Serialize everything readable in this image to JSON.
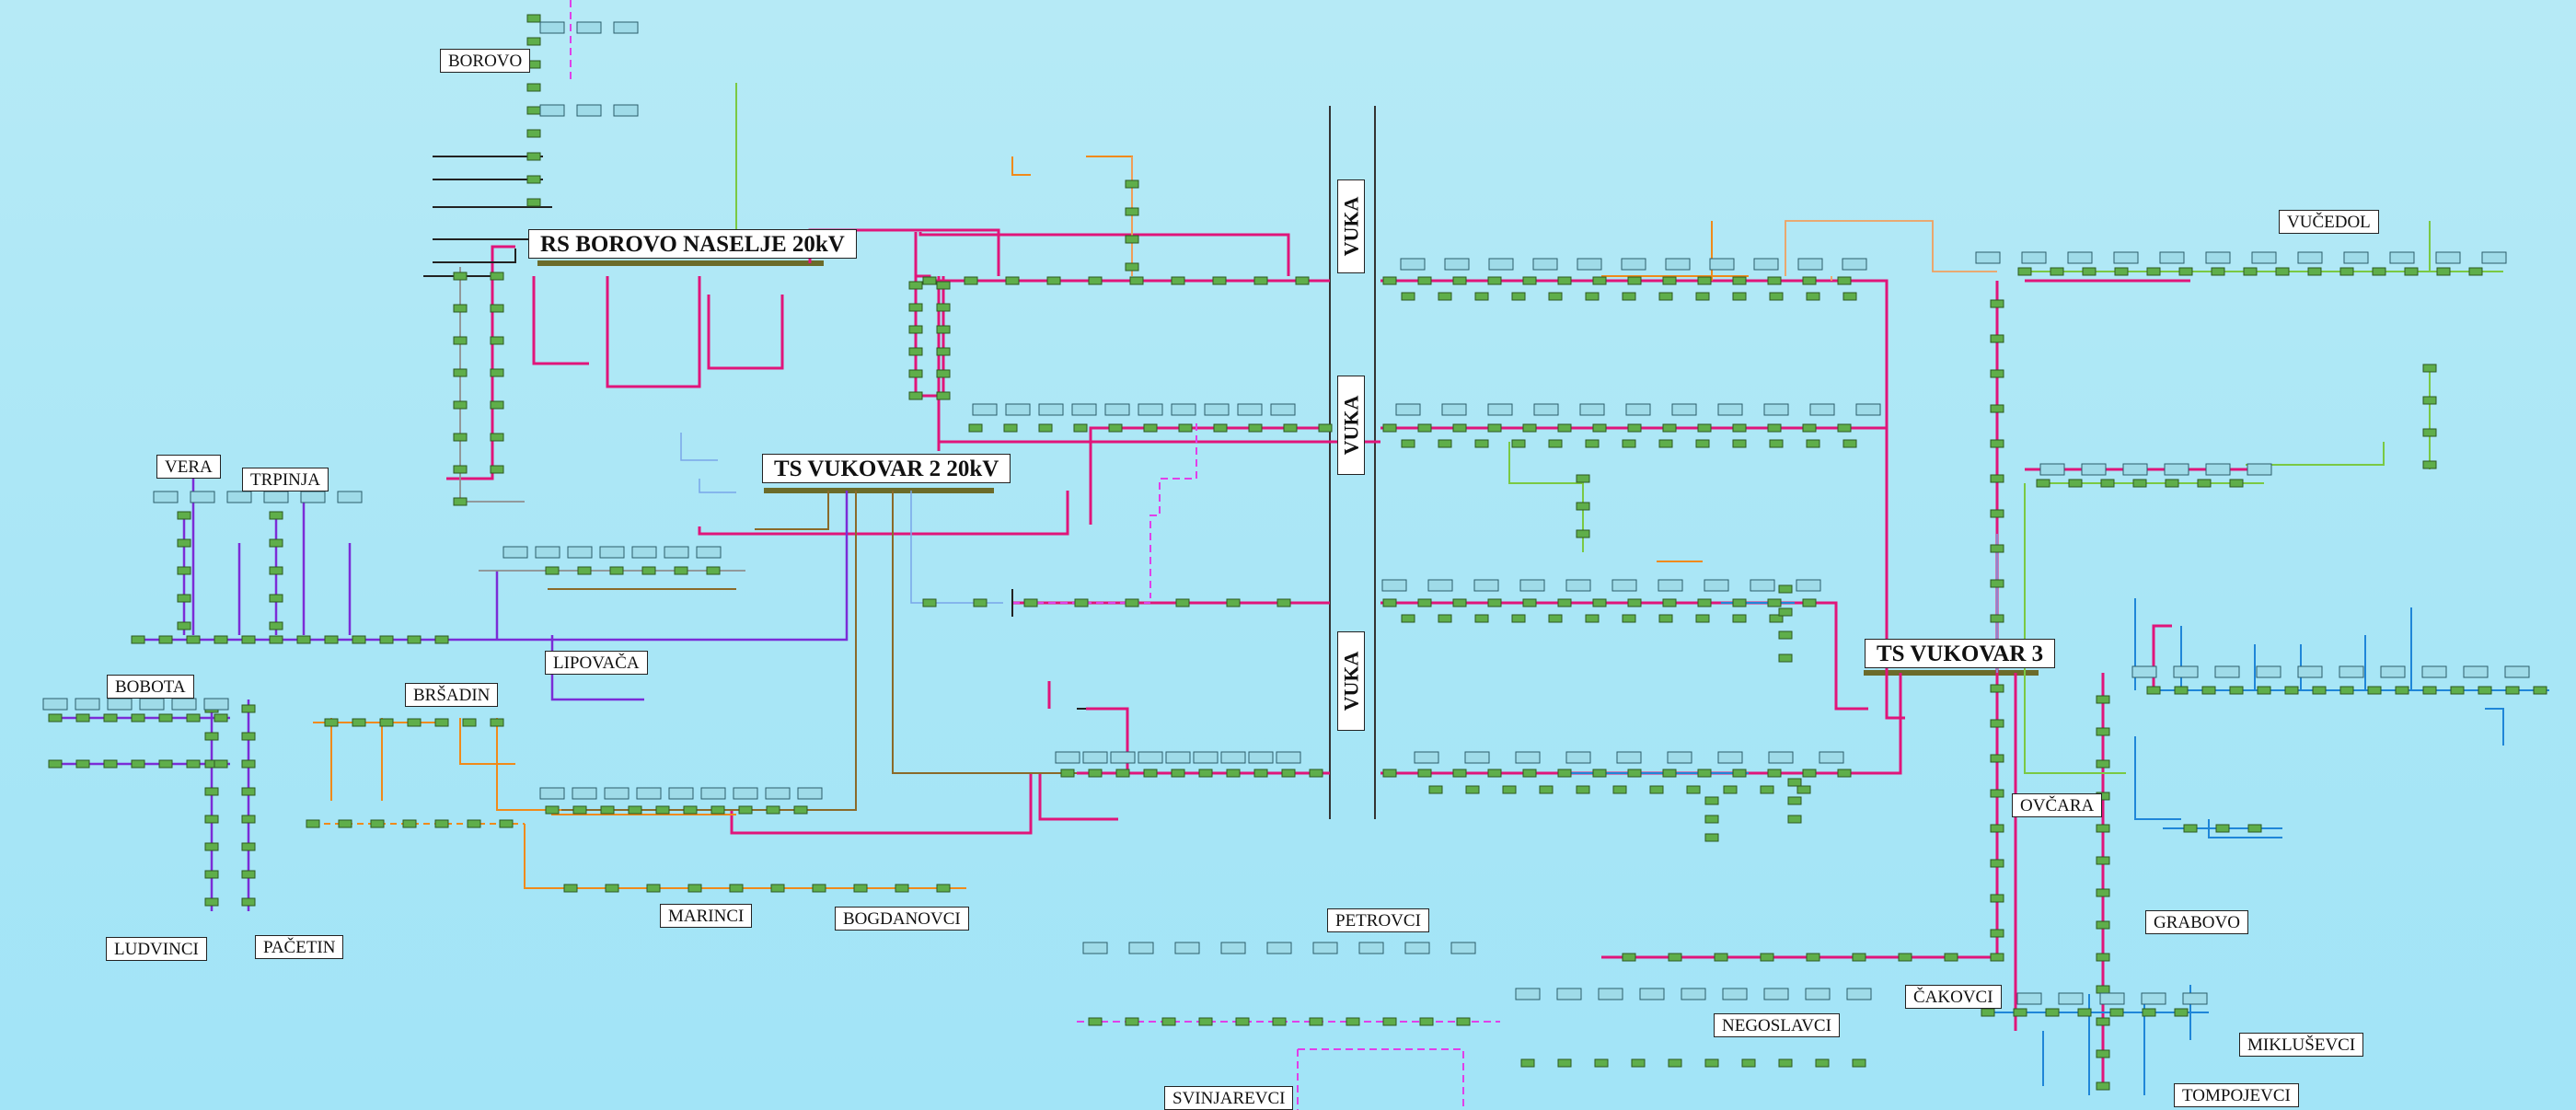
{
  "diagram": {
    "substations": {
      "rs_borovo_naselje": "RS BOROVO NASELJE 20kV",
      "ts_vukovar_2": "TS VUKOVAR 2 20kV",
      "ts_vukovar_3": "TS VUKOVAR 3"
    },
    "river_label": "VUKA",
    "areas": {
      "borovo": "BOROVO",
      "vera": "VERA",
      "trpinja": "TRPINJA",
      "bobota": "BOBOTA",
      "lipovaca": "LIPOVAČA",
      "brsadin": "BRŠADIN",
      "ludvinci": "LUDVINCI",
      "pacetin": "PAČETIN",
      "marinci": "MARINCI",
      "bogdanovci": "BOGDANOVCI",
      "petrovci": "PETROVCI",
      "svinjarevci": "SVINJAREVCI",
      "negoslavci": "NEGOSLAVCI",
      "cakovci": "ČAKOVCI",
      "miklusevci": "MIKLUŠEVCI",
      "tompojevci": "TOMPOJEVCI",
      "grabovo": "GRABOVO",
      "ovcara": "OVČARA",
      "vucedol": "VUČEDOL"
    },
    "colors": {
      "background": "#b6eaf6",
      "feeder_magenta": "#e0157a",
      "feeder_violet": "#7b2cd6",
      "feeder_pink": "#e040e8",
      "feeder_orange": "#f08a1a",
      "feeder_green": "#7ac943",
      "feeder_blue": "#1f86d8",
      "feeder_brown": "#8a6a2a",
      "busbar": "#6b6b2a",
      "node_fill": "#5fae4a",
      "station_box": "#9fdbe8"
    }
  }
}
